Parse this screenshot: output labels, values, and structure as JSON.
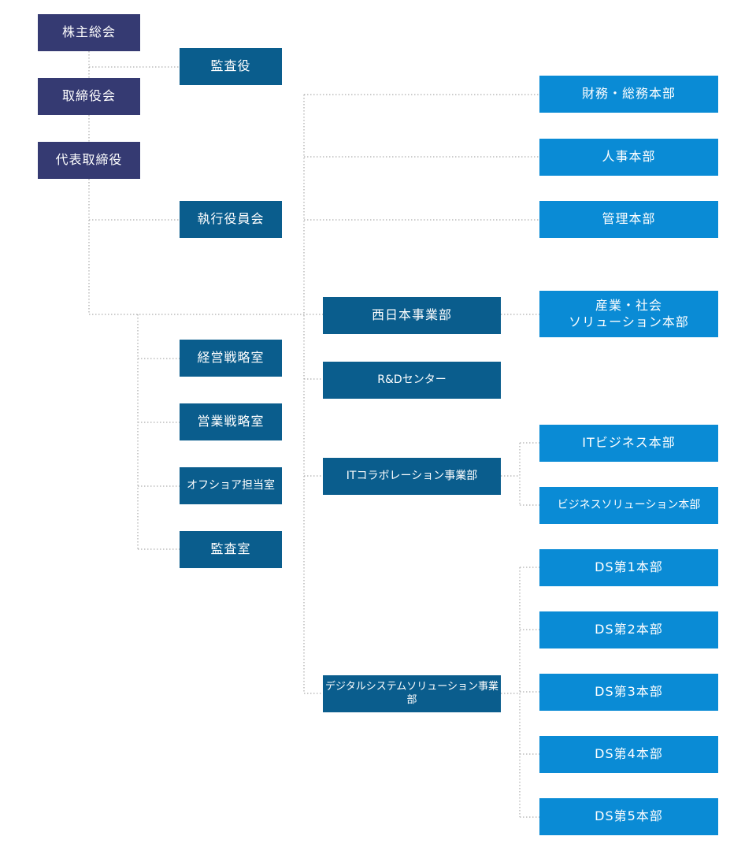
{
  "org": {
    "shareholders": "株主総会",
    "auditor": "監査役",
    "board": "取締役会",
    "ceo": "代表取締役",
    "exec_committee": "執行役員会",
    "corp_planning": "経営戦略室",
    "sales_strategy": "営業戦略室",
    "offshore": "オフショア担当室",
    "audit_office": "監査室",
    "finance": "財務・総務本部",
    "hr": "人事本部",
    "admin": "管理本部",
    "west_japan": "西日本事業部",
    "industry_social": "産業・社会\nソリューション本部",
    "rd_center": "R&Dセンター",
    "it_collab": "ITコラボレーション事業部",
    "it_business": "ITビジネス本部",
    "business_solution": "ビジネスソリューション本部",
    "digital_system": "デジタルシステムソリューション事業部",
    "ds1": "DS第1本部",
    "ds2": "DS第2本部",
    "ds3": "DS第3本部",
    "ds4": "DS第4本部",
    "ds5": "DS第5本部"
  },
  "colors": {
    "top_level": "#353a72",
    "mid_level": "#0a5d8d",
    "division": "#0a8bd5",
    "connector": "#9a9a9a"
  }
}
